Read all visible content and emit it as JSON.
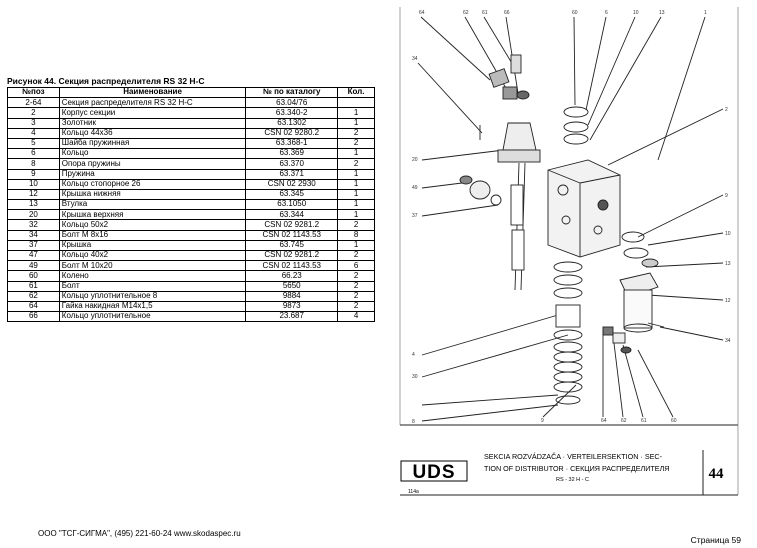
{
  "figure_title": "Рисунок 44.   Секция распределителя RS 32 H-C",
  "table": {
    "headers": [
      "№поз",
      "Наименование",
      "№ по каталогу",
      "Кол."
    ],
    "rows": [
      [
        "2-64",
        "Секция распределителя RS 32 H-C",
        "63.04/76",
        ""
      ],
      [
        "2",
        "Корпус секции",
        "63.340-2",
        "1"
      ],
      [
        "3",
        "Золотник",
        "63.1302",
        "1"
      ],
      [
        "4",
        "Кольцо 44x36",
        "CSN  02  9280.2",
        "2"
      ],
      [
        "5",
        "Шайба пружинная",
        "63.368-1",
        "2"
      ],
      [
        "6",
        "Кольцо",
        "63.369",
        "1"
      ],
      [
        "8",
        "Опора пружины",
        "63.370",
        "2"
      ],
      [
        "9",
        "Пружина",
        "63.371",
        "1"
      ],
      [
        "10",
        "Кольцо стопорное 26",
        "CSN 02 2930",
        "1"
      ],
      [
        "12",
        "Крышка нижняя",
        "63.345",
        "1"
      ],
      [
        "13",
        "Втулка",
        "63.1050",
        "1"
      ],
      [
        "20",
        "Крышка верхняя",
        "63.344",
        "1"
      ],
      [
        "32",
        "Кольцо 50x2",
        "CSN 02 9281.2",
        "2"
      ],
      [
        "34",
        "Болт М 8x16",
        "CSN 02 1143.53",
        "8"
      ],
      [
        "37",
        "Крышка",
        "63.745",
        "1"
      ],
      [
        "47",
        "Кольцо 40x2",
        "CSN 02 9281.2",
        "2"
      ],
      [
        "49",
        "Болт М 10x20",
        "CSN 02 1143.53",
        "6"
      ],
      [
        "60",
        "Колено",
        "66.23",
        "2"
      ],
      [
        "61",
        "Болт",
        "5650",
        "2"
      ],
      [
        "62",
        "Кольцо уплотнительное 8",
        "9884",
        "2"
      ],
      [
        "64",
        "Гайка накидная М14x1,5",
        "9873",
        "2"
      ],
      [
        "66",
        "Кольцо уплотнительное",
        "23.687",
        "4"
      ]
    ]
  },
  "drawing": {
    "callouts_top": [
      "64",
      "62",
      "61",
      "66",
      "60",
      "6",
      "10",
      "13",
      "1"
    ],
    "callouts_left": [
      "34",
      "20",
      "49",
      "37",
      "4",
      "30",
      "8"
    ],
    "callouts_right": [
      "2",
      "9",
      "10",
      "13",
      "12",
      "34"
    ],
    "callouts_bottom": [
      "9",
      "64",
      "62",
      "61",
      "60"
    ],
    "logo": "UDS",
    "logo_code": "114a",
    "caption_line1": "SEKCIA ROZVÁDZAČA · VERTEILERSEKTION · SEC-",
    "caption_line2": "TION OF DISTRIBUTOR · СЕКЦИЯ РАСПРЕДЕЛИТЕЛЯ",
    "caption_line3": "RS - 32 H - C",
    "page_number": "44"
  },
  "footer": {
    "company": "ООО \"ТСГ-СИГМА\", (495) 221-60-24 www.skodaspec.ru",
    "page": "Страница 59"
  }
}
